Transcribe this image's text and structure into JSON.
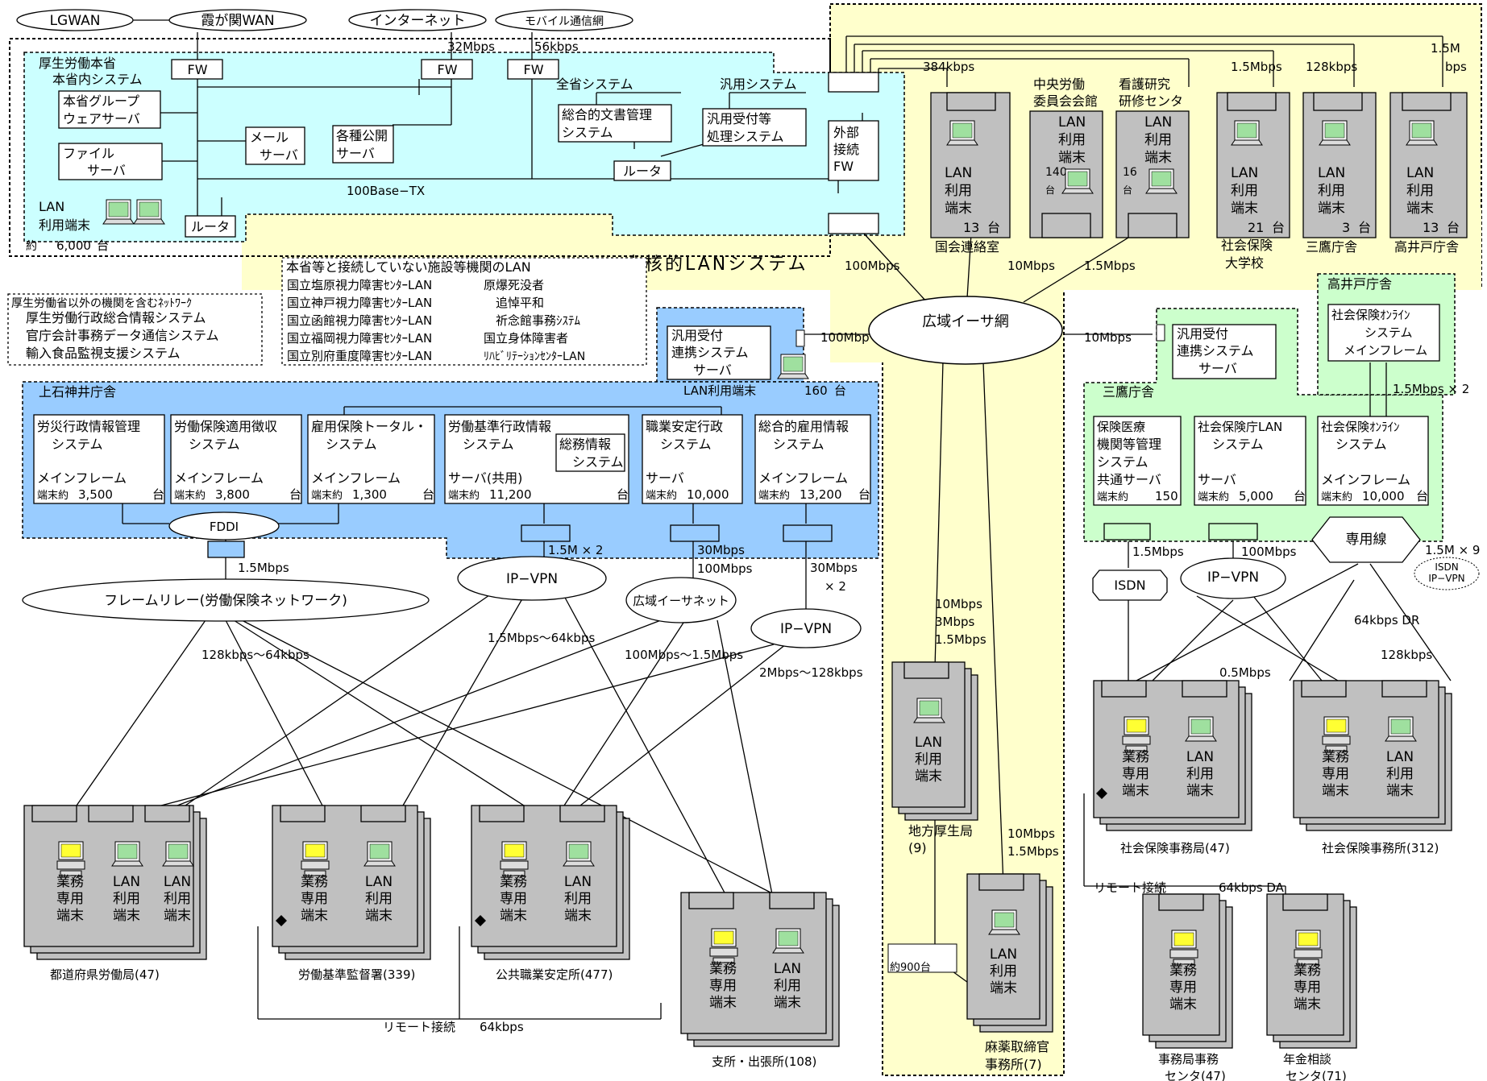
{
  "external": {
    "lgwan": "LGWAN",
    "kasumigaseki": "霞が関WAN",
    "internet": "インターネット",
    "mobile": "モバイル通信網",
    "fw": "FW",
    "bw_internet": "32Mbps",
    "bw_mobile": "56kbps"
  },
  "honsho": {
    "title": "厚生労働本省",
    "subtitle": "本省内システム",
    "groupware": [
      "本省グループ",
      "ウェアサーバ"
    ],
    "file_server": [
      "ファイル",
      "サーバ"
    ],
    "mail_server": [
      "メール",
      "サーバ"
    ],
    "public_server": [
      "各種公開",
      "サーバ"
    ],
    "zensho": "全省システム",
    "document_system": [
      "総合的文書管理",
      "システム"
    ],
    "hanyo": "汎用システム",
    "hanyo_receipt": [
      "汎用受付等",
      "処理システム"
    ],
    "router": "ルータ",
    "router2": "ルータ",
    "external_fw": [
      "外部",
      "接続",
      "FW"
    ],
    "backbone": "100Base−TX",
    "lan_terminal": [
      "LAN",
      "利用端末"
    ],
    "count_prefix": "約",
    "count": "6,000",
    "count_unit": "台"
  },
  "core": {
    "title": "中核的LANシステム",
    "wide_ether": "広域イーサ網",
    "bw_100": "100Mbps",
    "bw_10": "10Mbps",
    "bw_1_5": "1.5Mbps",
    "bw_100_left": "100Mbp",
    "bw_10_right": "10Mbps"
  },
  "sites": {
    "kokkai": {
      "bw": "384kbps",
      "lines": [
        "LAN",
        "利用",
        "端末"
      ],
      "count": "13",
      "unit": "台",
      "name": "国会連絡室"
    },
    "chuo": {
      "heading": [
        "中央労働",
        "委員会会館"
      ],
      "lines": [
        "LAN",
        "利用",
        "端末"
      ],
      "count": "140",
      "unit": "台"
    },
    "kango": {
      "heading": [
        "看護研究",
        "研修センタ"
      ],
      "lines": [
        "LAN",
        "利用",
        "端末"
      ],
      "count": "16",
      "unit": "台"
    },
    "shaho_univ": {
      "bw": "1.5Mbps",
      "lines": [
        "LAN",
        "利用",
        "端末"
      ],
      "count": "21",
      "unit": "台",
      "name": [
        "社会保険",
        "大学校"
      ]
    },
    "mitaka": {
      "bw": "128kbps",
      "lines": [
        "LAN",
        "利用",
        "端末"
      ],
      "count": "3",
      "unit": "台",
      "name": "三鷹庁舎"
    },
    "takaido": {
      "bw": [
        "1.5M",
        "bps"
      ],
      "lines": [
        "LAN",
        "利用",
        "端末"
      ],
      "count": "13",
      "unit": "台",
      "name": "高井戸庁舎"
    }
  },
  "unconnected": {
    "title": "本省等と接続していない施設等機関のLAN",
    "col1": [
      "国立塩原視力障害ｾﾝﾀｰLAN",
      "国立神戸視力障害ｾﾝﾀｰLAN",
      "国立函館視力障害ｾﾝﾀｰLAN",
      "国立福岡視力障害ｾﾝﾀｰLAN",
      "国立別府重度障害ｾﾝﾀｰLAN"
    ],
    "col2": [
      "原爆死没者",
      "追悼平和",
      "祈念館事務ｼｽﾃﾑ",
      "国立身体障害者",
      "ﾘﾊﾋﾞﾘﾃｰｼｮﾝｾﾝﾀｰLAN"
    ]
  },
  "other_ministries": {
    "title": "厚生労働省以外の機関を含むﾈｯﾄﾜｰｸ",
    "items": [
      "厚生労働行政総合情報システム",
      "官庁会計事務データ通信システム",
      "輸入食品監視支援システム"
    ]
  },
  "kamishakujii": {
    "title": "上石神井庁舎",
    "relay": [
      "汎用受付",
      "連携システム",
      "サーバ"
    ],
    "lan_terminal": "LAN利用端末",
    "lan_count": "160",
    "lan_unit": "台",
    "fddi": "FDDI",
    "systems": [
      {
        "name": [
          "労災行政情報管理",
          "システム"
        ],
        "type": "メインフレーム",
        "prefix": "端末約",
        "count": "3,500",
        "unit": "台"
      },
      {
        "name": [
          "労働保険適用徴収",
          "システム"
        ],
        "type": "メインフレーム",
        "prefix": "端末約",
        "count": "3,800",
        "unit": "台"
      },
      {
        "name": [
          "雇用保険トータル・",
          "システム"
        ],
        "type": "メインフレーム",
        "prefix": "端末約",
        "count": "1,300",
        "unit": "台"
      },
      {
        "name": [
          "労働基準行政情報",
          "システム"
        ],
        "type": "サーバ(共用)",
        "prefix": "端末約",
        "count": "11,200",
        "unit": "台",
        "inner": [
          "総務情報",
          "システム"
        ]
      },
      {
        "name": [
          "職業安定行政",
          "システム"
        ],
        "type": "サーバ",
        "prefix": "端末約",
        "count": "10,000",
        "unit": ""
      },
      {
        "name": [
          "総合的雇用情報",
          "システム"
        ],
        "type": "メインフレーム",
        "prefix": "端末約",
        "count": "13,200",
        "unit": "台"
      }
    ]
  },
  "networks_left": {
    "frame_relay": "フレームリレー(労働保険ネットワーク)",
    "ipvpn1": "IP−VPN",
    "wide_ether": "広域イーサネット",
    "ipvpn2": "IP−VPN",
    "bw_fr": "1.5Mbps",
    "bw_ipvpn": "1.5M × 2",
    "bw_ether": [
      "30Mbps",
      "100Mbps"
    ],
    "bw_ipvpn2": [
      "30Mbps",
      "× 2"
    ],
    "bw_128_64": "128kbps〜64kbps",
    "bw_1_5_64": "1.5Mbps〜64kbps",
    "bw_100_1_5": "100Mbps〜1.5Mbps",
    "bw_2_128": "2Mbps〜128kbps"
  },
  "mitaka_complex": {
    "title": "三鷹庁舎",
    "relay": [
      "汎用受付",
      "連携システム",
      "サーバ"
    ],
    "systems": [
      {
        "name": [
          "保険医療",
          "機関等管理",
          "システム",
          "共通サーバ"
        ],
        "prefix": "端末約",
        "count": "150",
        "unit": ""
      },
      {
        "name": [
          "社会保険庁LAN",
          "システム",
          "",
          "サーバ"
        ],
        "prefix": "端末約",
        "count": "5,000",
        "unit": "台"
      },
      {
        "name": [
          "社会保険ｵﾝﾗｲﾝ",
          "システム",
          "",
          "メインフレーム"
        ],
        "prefix": "端末約",
        "count": "10,000",
        "unit": "台"
      }
    ],
    "isdn": "ISDN",
    "ipvpn": "IP−VPN",
    "dedicated": "専用線",
    "bw_isdn": "1.5Mbps",
    "bw_ipvpn": "100Mbps",
    "bw_dedicated": "1.5M × 9",
    "isdn_ipvpn": [
      "ISDN",
      "IP−VPN"
    ],
    "dr": "64kbps DR",
    "bw_128": "128kbps",
    "bw_0_5": "0.5Mbps"
  },
  "takaido_complex": {
    "title": "高井戸庁舎",
    "system": [
      "社会保険ｵﾝﾗｲﾝ",
      "システム",
      "メインフレーム"
    ],
    "link": "1.5Mbps × 2"
  },
  "offices": {
    "work_terminal": [
      "業務",
      "専用",
      "端末"
    ],
    "lan_terminal": [
      "LAN",
      "利用",
      "端末"
    ],
    "rodo_kyoku": "都道府県労働局(47)",
    "kantoku": "労働基準監督署(339)",
    "shokuan": "公共職業安定所(477)",
    "shisho": "支所・出張所(108)",
    "remote": "リモート接続",
    "remote_bw": "64kbps",
    "chiho": [
      "地方厚生局",
      "(9)"
    ],
    "chiho_bw": [
      "10Mbps",
      "3Mbps",
      "1.5Mbps"
    ],
    "mayaku": [
      "麻薬取締官",
      "事務所(7)"
    ],
    "mayaku_bw": [
      "10Mbps",
      "1.5Mbps"
    ],
    "approx900": "約900台",
    "shaho_kyoku": "社会保険事務局(47)",
    "shaho_jimusho": "社会保険事務所(312)",
    "remote2": "リモート接続",
    "da": "64kbps DA",
    "center1": [
      "事務局事務",
      "センタ(47)"
    ],
    "center2": [
      "年金相談",
      "センタ(71)"
    ]
  },
  "colors": {
    "cyan": "#ccffff",
    "yellow": "#ffffcc",
    "blue": "#99ccff",
    "green": "#ccffcc",
    "gray": "#c0c0c0"
  }
}
